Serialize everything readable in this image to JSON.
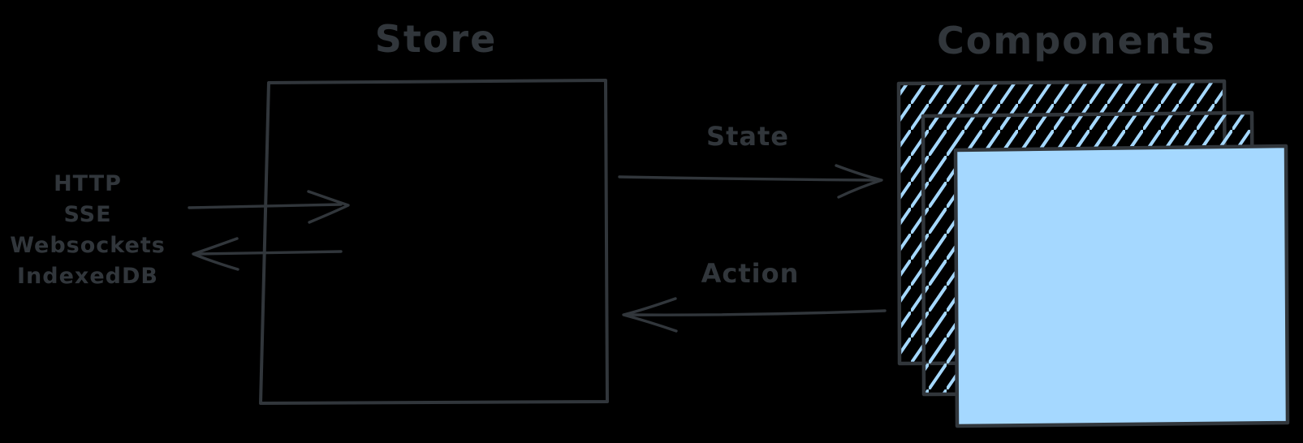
{
  "colors": {
    "bg": "#000000",
    "ink": "#31363b",
    "blue": "#a5d8ff"
  },
  "titles": {
    "store": "Store",
    "components": "Components"
  },
  "transports": {
    "items": [
      "HTTP",
      "SSE",
      "Websockets",
      "IndexedDB"
    ]
  },
  "flows": {
    "state": "State",
    "action": "Action"
  }
}
